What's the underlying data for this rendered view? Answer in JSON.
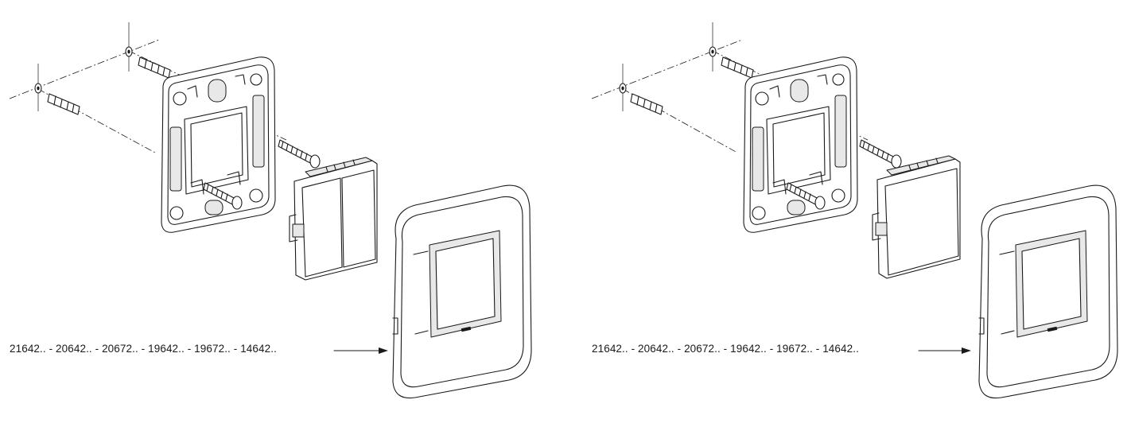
{
  "diagrams": [
    {
      "variant": "two-button",
      "product_codes": "21642.. - 20642.. - 20672.. - 19642.. - 19672.. - 14642.."
    },
    {
      "variant": "single-button",
      "product_codes": "21642.. - 20642.. - 20672.. - 19642.. - 19672.. - 14642.."
    }
  ],
  "icons": [
    "screw-icon",
    "wall-plug-icon",
    "mounting-frame",
    "switch-device",
    "cover-plate",
    "arrow-icon"
  ],
  "colors": {
    "line": "#1a1a1a",
    "background": "#ffffff"
  }
}
